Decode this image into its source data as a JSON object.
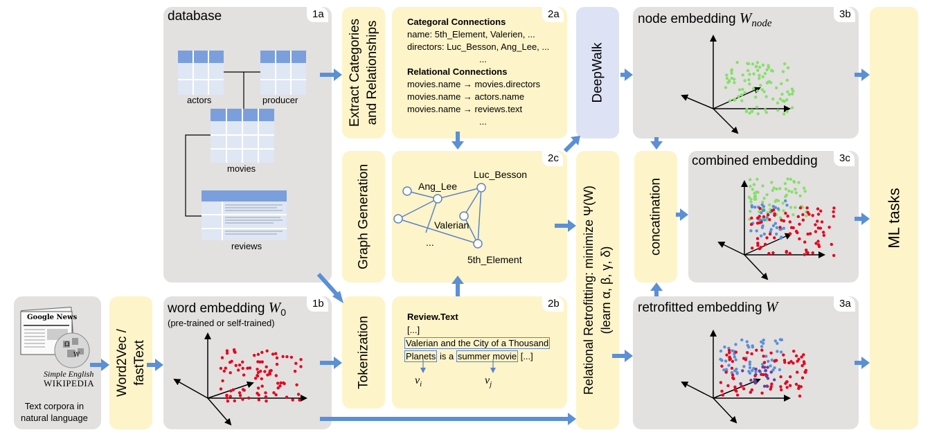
{
  "boxes": {
    "database": {
      "title": "database",
      "id": "1a",
      "tables": {
        "actors": "actors",
        "producer": "producer",
        "movies": "movies",
        "reviews": "reviews"
      }
    },
    "word_embedding": {
      "title": "word embedding ",
      "sym": "W",
      "sub": "0",
      "id": "1b",
      "note": "(pre-trained or self-trained)"
    },
    "corpus": {
      "news_logo": "Google News",
      "wiki_line1": "Simple English",
      "wiki_line2": "WIKIPEDIA",
      "caption_line1": "Text corpora in",
      "caption_line2": "natural language"
    },
    "word2vec": {
      "line1": "Word2Vec /",
      "line2": "fastText"
    },
    "extract": {
      "line1": "Extract Categories",
      "line2": "and Relationships"
    },
    "categ": {
      "id": "2a",
      "heading1": "Categoral Connections",
      "line1": "name: 5th_Element, Valerien, ...",
      "line2": "directors: Luc_Besson, Ang_Lee, ...",
      "dots1": "...",
      "heading2": "Relational  Connections",
      "rel1": "movies.name → movies.directors",
      "rel2": "movies.name → actors.name",
      "rel3": "movies.name → reviews.text",
      "dots2": "..."
    },
    "graph_gen": {
      "label": "Graph Generation"
    },
    "graph": {
      "id": "2c",
      "n_anglee": "Ang_Lee",
      "n_lucbesson": "Luc_Besson",
      "n_valerian": "Valerian",
      "n_5th": "5th_Element",
      "n_dots": "..."
    },
    "tokenization": {
      "label": "Tokenization"
    },
    "review": {
      "id": "2b",
      "heading": "Review.Text",
      "open": "[...]",
      "t1": "Valerian and the City of a Thousand",
      "t2": "Planets",
      "t3": " is a ",
      "t4": "summer movie",
      "t5": " [...]",
      "vi": "v",
      "vi_sub": "i",
      "vj": "v",
      "vj_sub": "j"
    },
    "deepwalk": {
      "label": "DeepWalk"
    },
    "retro": {
      "line1": "Relational Retrofitting: minimize Ψ(W)",
      "line2": "(learn α, β, γ, δ)"
    },
    "concat": {
      "label": "concatination"
    },
    "node_emb": {
      "title": "node embedding ",
      "sym": "W",
      "sub": "node",
      "id": "3b"
    },
    "combined": {
      "title": "combined embedding",
      "id": "3c"
    },
    "retrofitted": {
      "title": "retrofitted embedding ",
      "sym": "W",
      "id": "3a"
    },
    "ml": {
      "label": "ML tasks"
    }
  },
  "colors": {
    "gray": "#e3e0e0",
    "yellow": "#fdf4c9",
    "blue_box": "#dde3f4",
    "arrow": "#5b8fd6",
    "red": "#e8001c",
    "green": "#86e06a",
    "blue_dot": "#5b8fd6",
    "purple": "#6a3d9a"
  }
}
